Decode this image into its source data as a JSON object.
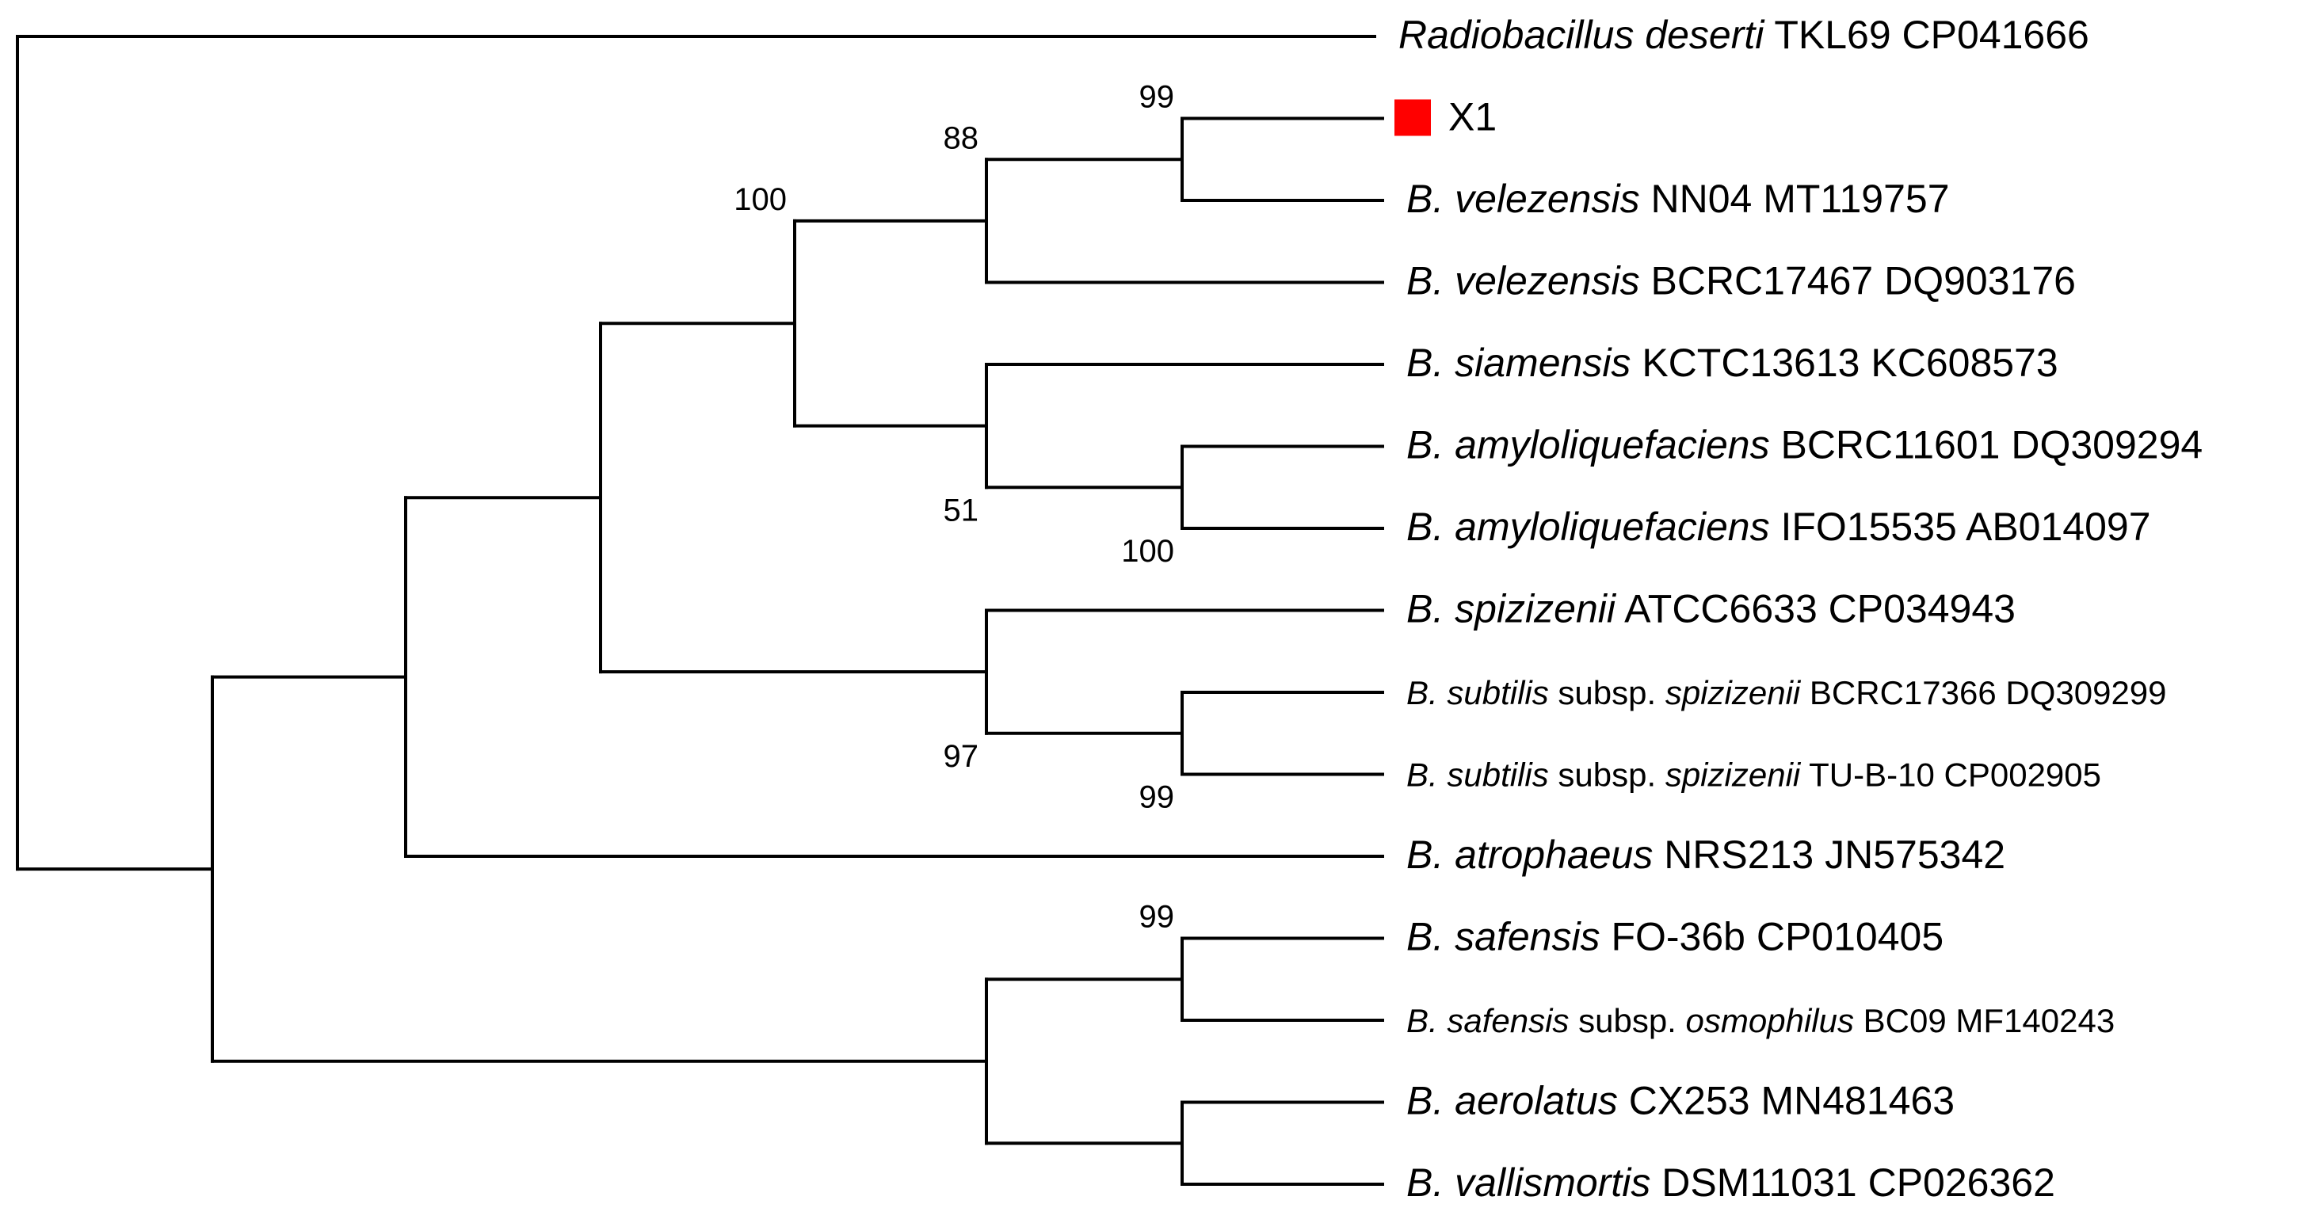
{
  "marker_color": "#ff0000",
  "taxa": [
    {
      "id": "t1",
      "parts": [
        [
          "Radiobacillus deserti",
          true
        ],
        [
          " TKL69 CP041666",
          false
        ]
      ]
    },
    {
      "id": "t2",
      "parts": [
        [
          "X1",
          false
        ]
      ],
      "marker": true
    },
    {
      "id": "t3",
      "parts": [
        [
          "B. velezensis",
          true
        ],
        [
          " NN04 MT119757",
          false
        ]
      ]
    },
    {
      "id": "t4",
      "parts": [
        [
          "B. velezensis",
          true
        ],
        [
          " BCRC17467 DQ903176",
          false
        ]
      ]
    },
    {
      "id": "t5",
      "parts": [
        [
          "B. siamensis",
          true
        ],
        [
          " KCTC13613 KC608573",
          false
        ]
      ]
    },
    {
      "id": "t6",
      "parts": [
        [
          "B. amyloliquefaciens",
          true
        ],
        [
          " BCRC11601 DQ309294",
          false
        ]
      ]
    },
    {
      "id": "t7",
      "parts": [
        [
          "B. amyloliquefaciens",
          true
        ],
        [
          " IFO15535 AB014097",
          false
        ]
      ]
    },
    {
      "id": "t8",
      "parts": [
        [
          "B. spizizenii",
          true
        ],
        [
          " ATCC6633 CP034943",
          false
        ]
      ]
    },
    {
      "id": "t9",
      "parts": [
        [
          "B. subtilis",
          true
        ],
        [
          " subsp. ",
          false
        ],
        [
          "spizizenii",
          true
        ],
        [
          " BCRC17366 DQ309299",
          false
        ]
      ],
      "small": true
    },
    {
      "id": "t10",
      "parts": [
        [
          "B. subtilis",
          true
        ],
        [
          " subsp. ",
          false
        ],
        [
          "spizizenii",
          true
        ],
        [
          " TU-B-10 CP002905",
          false
        ]
      ],
      "small": true
    },
    {
      "id": "t11",
      "parts": [
        [
          "B. atrophaeus",
          true
        ],
        [
          " NRS213 JN575342",
          false
        ]
      ]
    },
    {
      "id": "t12",
      "parts": [
        [
          "B. safensis",
          true
        ],
        [
          " FO-36b CP010405",
          false
        ]
      ]
    },
    {
      "id": "t13",
      "parts": [
        [
          "B. safensis",
          true
        ],
        [
          " subsp. ",
          false
        ],
        [
          "osmophilus",
          true
        ],
        [
          " BC09 MF140243",
          false
        ]
      ],
      "small": true
    },
    {
      "id": "t14",
      "parts": [
        [
          "B. aerolatus",
          true
        ],
        [
          " CX253 MN481463",
          false
        ]
      ]
    },
    {
      "id": "t15",
      "parts": [
        [
          "B. vallismortis",
          true
        ],
        [
          " DSM11031 CP026362",
          false
        ]
      ]
    }
  ],
  "tree": {
    "id": "root",
    "children": [
      {
        "leaf": "t1"
      },
      {
        "id": "n_bacillus",
        "children": [
          {
            "id": "n_main",
            "children": [
              {
                "id": "n_core",
                "children": [
                  {
                    "id": "n_vel_amy",
                    "support": "100",
                    "children": [
                      {
                        "id": "n_vel",
                        "support": "88",
                        "children": [
                          {
                            "id": "n_x1",
                            "support": "99",
                            "children": [
                              {
                                "leaf": "t2"
                              },
                              {
                                "leaf": "t3"
                              }
                            ]
                          },
                          {
                            "leaf": "t4"
                          }
                        ]
                      },
                      {
                        "id": "n_siam",
                        "support": "51",
                        "children": [
                          {
                            "leaf": "t5"
                          },
                          {
                            "id": "n_amy",
                            "support": "100",
                            "children": [
                              {
                                "leaf": "t6"
                              },
                              {
                                "leaf": "t7"
                              }
                            ]
                          }
                        ]
                      }
                    ]
                  },
                  {
                    "id": "n_spiz",
                    "support": "97",
                    "children": [
                      {
                        "leaf": "t8"
                      },
                      {
                        "id": "n_subt",
                        "support": "99",
                        "children": [
                          {
                            "leaf": "t9"
                          },
                          {
                            "leaf": "t10"
                          }
                        ]
                      }
                    ]
                  }
                ]
              },
              {
                "leaf": "t11"
              }
            ]
          },
          {
            "id": "n_other",
            "children": [
              {
                "id": "n_saf",
                "support": "99",
                "children": [
                  {
                    "leaf": "t12"
                  },
                  {
                    "leaf": "t13"
                  }
                ]
              },
              {
                "id": "n_aero",
                "children": [
                  {
                    "leaf": "t14"
                  },
                  {
                    "leaf": "t15"
                  }
                ]
              }
            ]
          }
        ]
      }
    ]
  }
}
